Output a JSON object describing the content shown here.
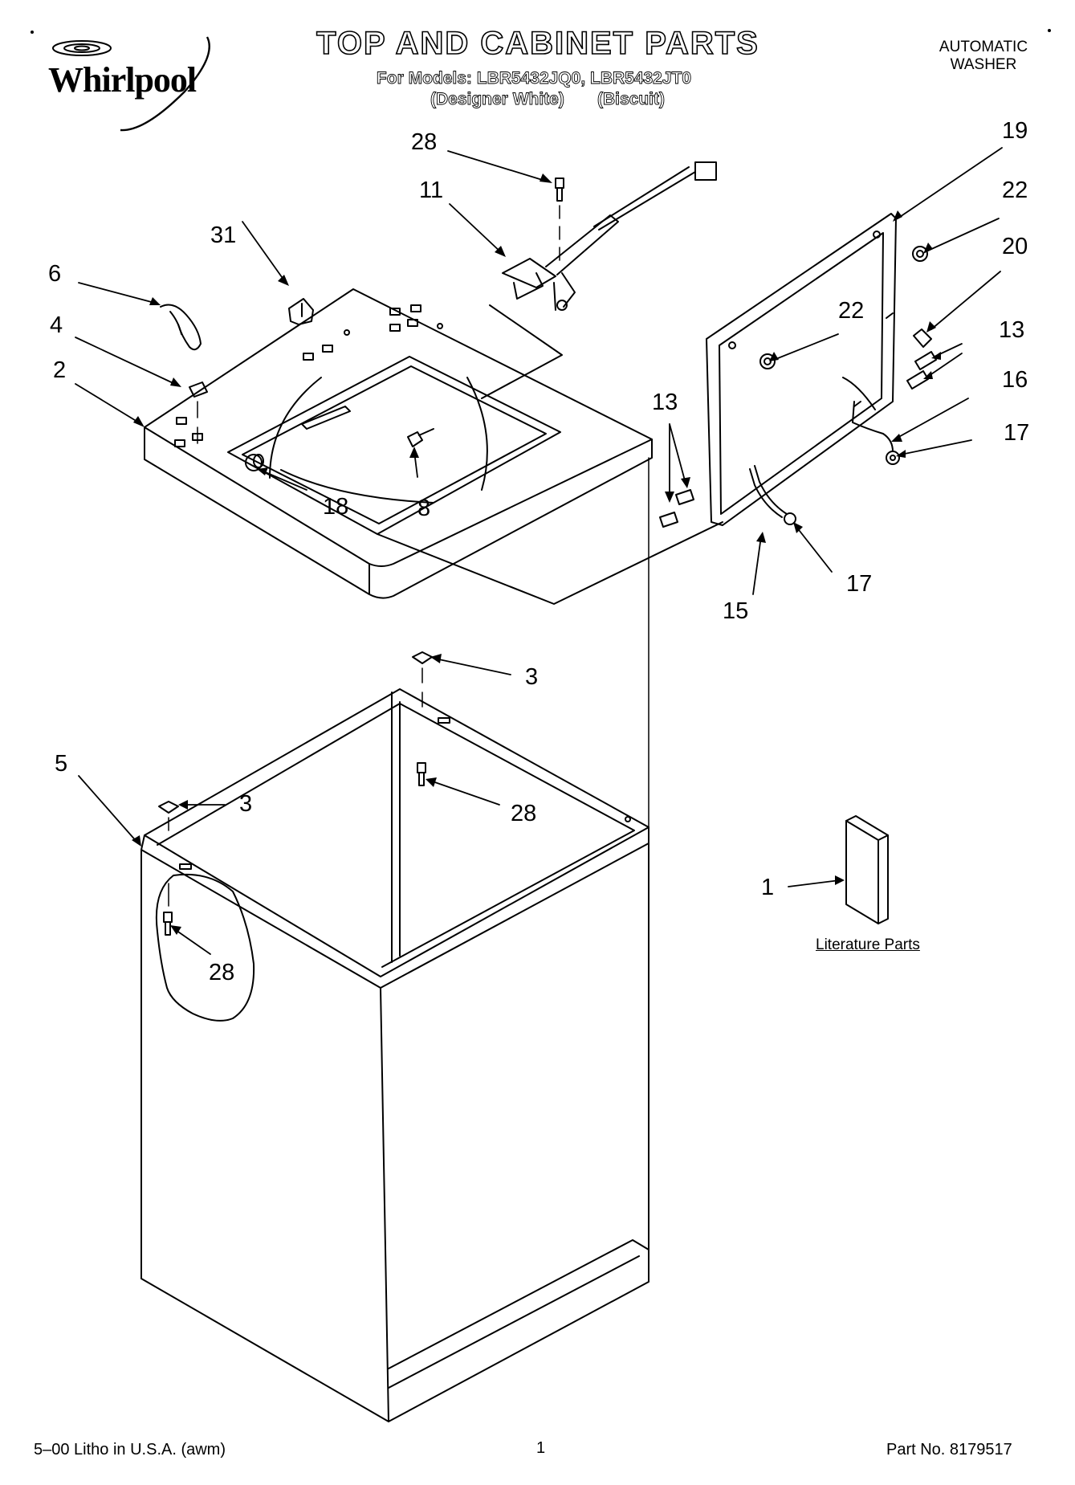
{
  "brand": {
    "name": "Whirlpool",
    "logo_icon": "whirlpool-swirl-logo"
  },
  "header": {
    "title": "TOP AND CABINET PARTS",
    "models_line": "For Models: LBR5432JQ0, LBR5432JT0",
    "finish_white": "(Designer White)",
    "finish_biscuit": "(Biscuit)",
    "product_line1": "AUTOMATIC",
    "product_line2": "WASHER"
  },
  "callouts": {
    "c28_top": "28",
    "c11": "11",
    "c31": "31",
    "c6": "6",
    "c4": "4",
    "c2": "2",
    "c18": "18",
    "c8": "8",
    "c19": "19",
    "c22_right": "22",
    "c20": "20",
    "c22_left": "22",
    "c13_right": "13",
    "c16": "16",
    "c17_right": "17",
    "c13_left": "13",
    "c17_bottom": "17",
    "c15": "15",
    "c3_upper": "3",
    "c5": "5",
    "c3_lower": "3",
    "c28_mid": "28",
    "c28_low": "28",
    "c1": "1"
  },
  "literature_label": "Literature Parts",
  "footer": {
    "litho": "5–00 Litho in U.S.A. (awm)",
    "page": "1",
    "part_no": "Part No. 8179517"
  }
}
